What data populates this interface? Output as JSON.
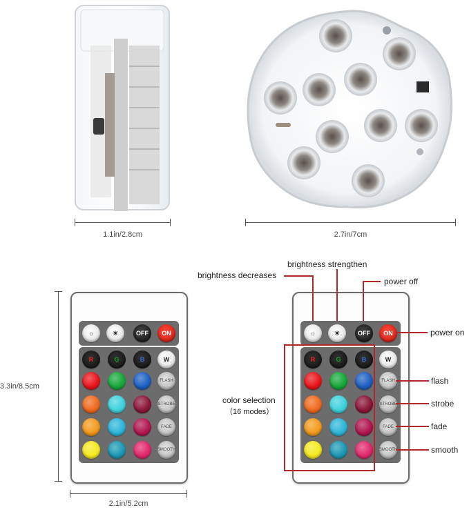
{
  "dimensions": {
    "light_side_width": "1.1in/2.8cm",
    "light_top_width": "2.7in/7cm",
    "remote_height": "3.3in/8.5cm",
    "remote_width": "2.1in/5.2cm"
  },
  "callouts": {
    "brightness_decreases": "brightness decreases",
    "brightness_strengthen": "brightness strengthen",
    "power_off": "power off",
    "power_on": "power on",
    "flash": "flash",
    "strobe": "strobe",
    "fade": "fade",
    "smooth": "smooth",
    "color_selection": "color selection",
    "color_modes": "（16 modes）"
  },
  "remote": {
    "off_label": "OFF",
    "on_label": "ON",
    "r_label": "R",
    "g_label": "G",
    "b_label": "B",
    "w_label": "W",
    "flash_label": "FLASH",
    "strobe_label": "STROBE",
    "fade_label": "FADE",
    "smooth_label": "SMOOTH",
    "color_rows": [
      [
        "#e8141a",
        "#17a83a",
        "#1d5fc2"
      ],
      [
        "#f06a1e",
        "#3fd2dc",
        "#8a1638"
      ],
      [
        "#f39a1c",
        "#2cb6d8",
        "#b0164e"
      ],
      [
        "#f4ea1f",
        "#1c98b4",
        "#e0286a"
      ]
    ]
  },
  "colors": {
    "accent_red": "#b3262c"
  }
}
